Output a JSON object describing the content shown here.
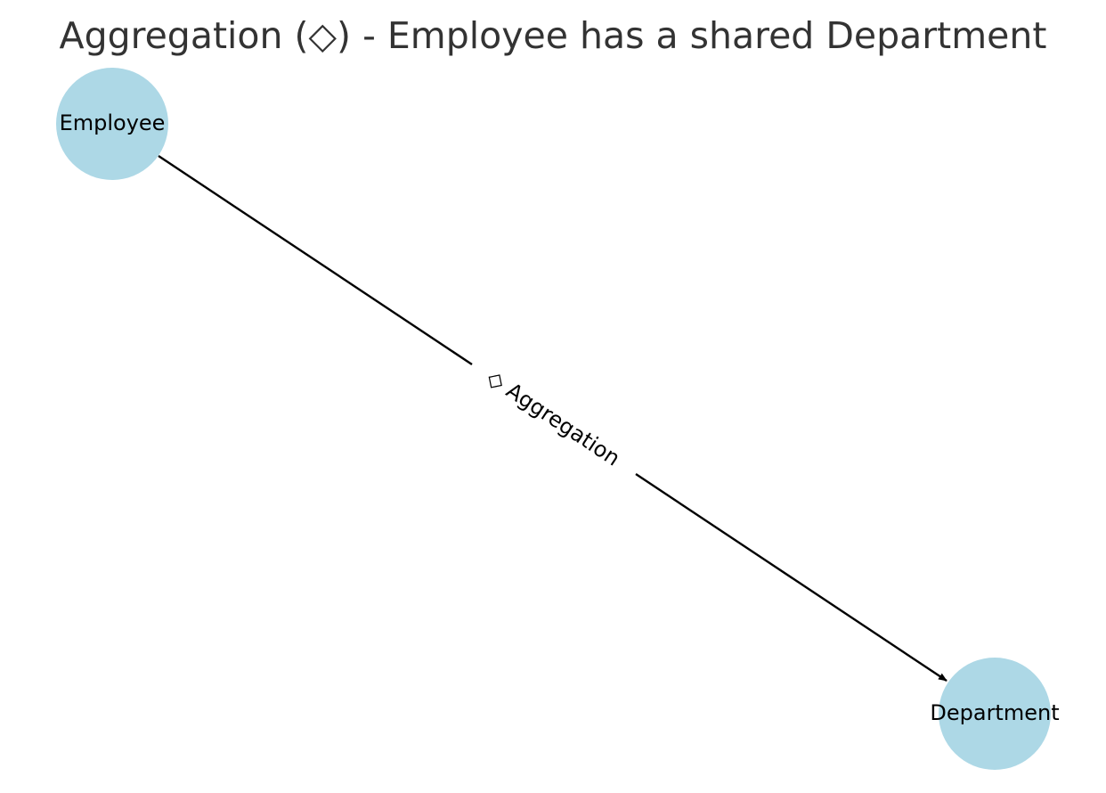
{
  "diagram": {
    "title": "Aggregation (◇) - Employee has a shared Department",
    "colors": {
      "node_fill": "#add8e6",
      "edge": "#000000",
      "title_text": "#333333",
      "label_text": "#000000"
    },
    "nodes": [
      {
        "id": "employee",
        "label": "Employee"
      },
      {
        "id": "department",
        "label": "Department"
      }
    ],
    "edges": [
      {
        "from": "employee",
        "to": "department",
        "label": "◇ Aggregation",
        "directed": true
      }
    ]
  }
}
